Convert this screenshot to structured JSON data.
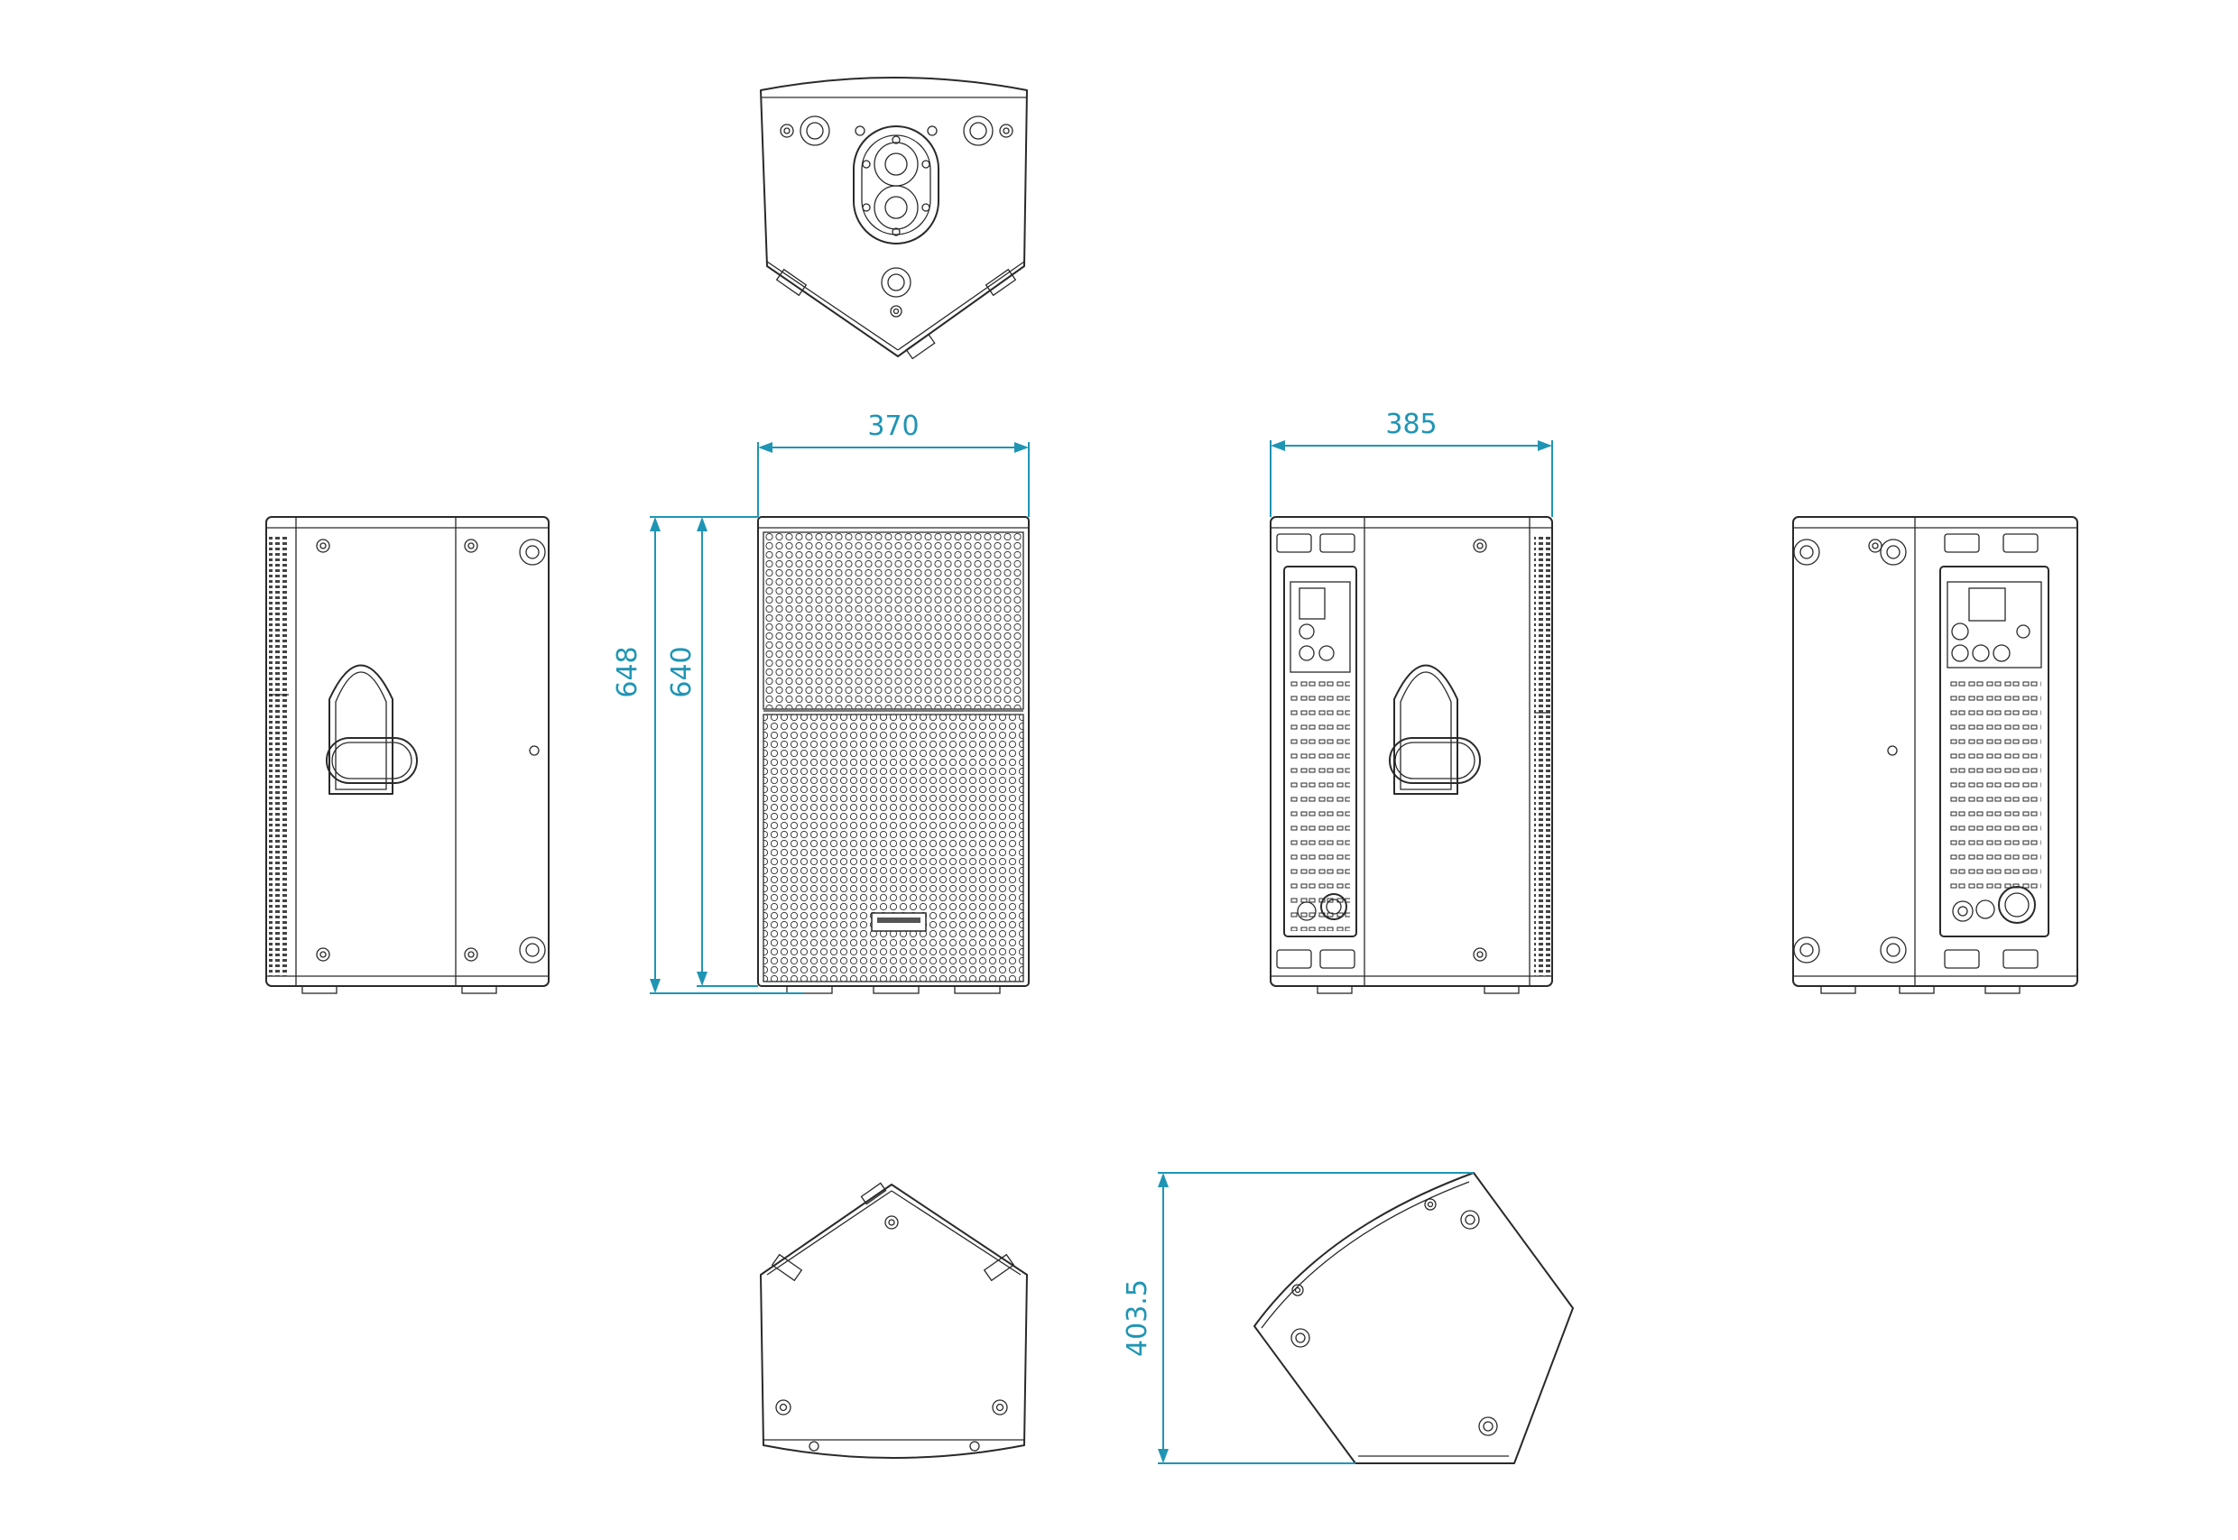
{
  "dimensions": {
    "front_width": "370",
    "back_width": "385",
    "overall_height": "648",
    "grille_height": "640",
    "side_depth": "403.5"
  },
  "colors": {
    "dimension_lines": "#1f95b4",
    "drawing_lines": "#2a2a2a",
    "background": "#ffffff"
  },
  "views": [
    "top",
    "left-side",
    "front",
    "rear",
    "right-side",
    "bottom",
    "monitor-angle-side"
  ]
}
